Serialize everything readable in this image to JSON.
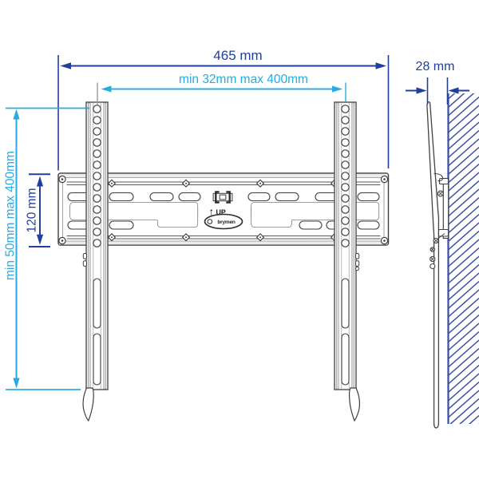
{
  "diagram": {
    "type": "technical-drawing",
    "subject": "TV wall mount bracket - front view and side view on wall",
    "dimension_labels": {
      "overall_width": "465 mm",
      "horizontal_pattern": "min 32mm max 400mm",
      "vertical_pattern": "min 50mm max 400mm",
      "wall_plate_height": "120 mm",
      "wall_distance": "28 mm"
    },
    "markings": {
      "up_arrow": "↑",
      "up": "UP",
      "logo": "brymen"
    },
    "colors": {
      "primary_dimension": "#21409a",
      "secondary_dimension": "#29abe2",
      "drawing_line": "#3f3f3f",
      "wall_hatch": "#3d4da5",
      "extension_gray": "#9b9b9b"
    }
  }
}
